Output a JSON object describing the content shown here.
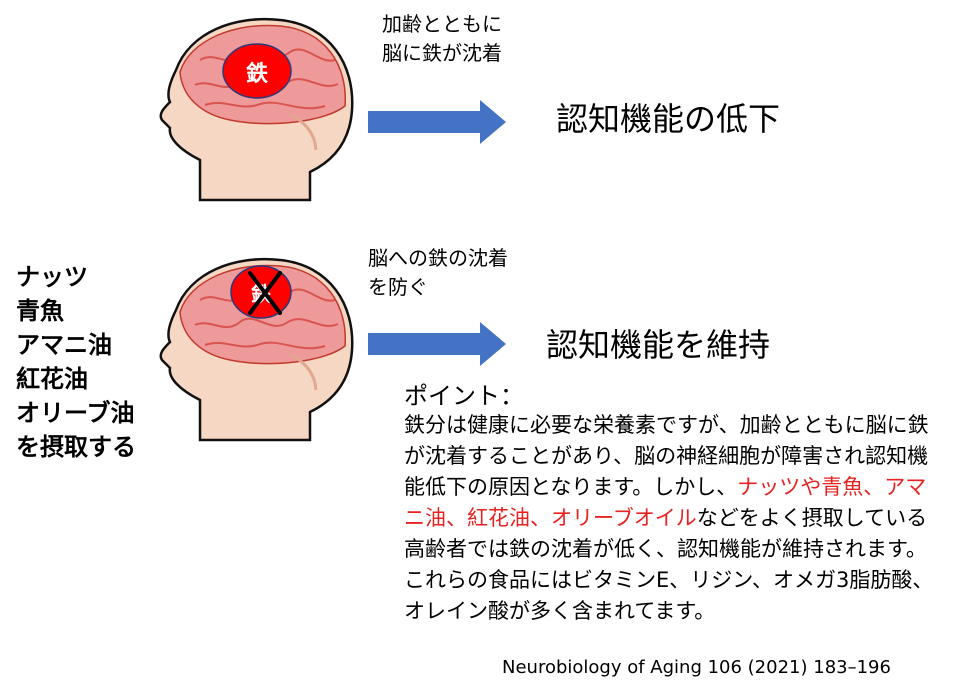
{
  "top": {
    "badge_label": "鉄",
    "note_line1": "加齢とともに",
    "note_line2": "脳に鉄が沈着",
    "result": "認知機能の低下"
  },
  "bottom": {
    "badge_label": "鉄",
    "note_line1": "脳への鉄の沈着",
    "note_line2": "を防ぐ",
    "result": "認知機能を維持",
    "foods": [
      "ナッツ",
      "青魚",
      "アマニ油",
      "紅花油",
      "オリーブ油",
      "を摂取する"
    ]
  },
  "point": {
    "title": "ポイント：",
    "seg1": "鉄分は健康に必要な栄養素ですが、加齢とともに脳に鉄が沈着することがあり、脳の神経細胞が障害され認知機能低下の原因となります。しかし、",
    "seg2_highlight": "ナッツや青魚、アマニ油、紅花油、オリーブオイル",
    "seg3": "などをよく摂取している高齢者では鉄の沈着が低く、認知機能が維持されます。これらの食品にはビタミンE、リジン、オメガ3脂肪酸、オレイン酸が多く含まれてます。"
  },
  "citation": "Neurobiology of Aging 106 (2021) 183–196",
  "colors": {
    "arrow": "#4472c4",
    "badge": "#ff0000",
    "highlight": "#e52421",
    "head_skin": "#f6d7c4",
    "brain": "#ef9a9a"
  }
}
